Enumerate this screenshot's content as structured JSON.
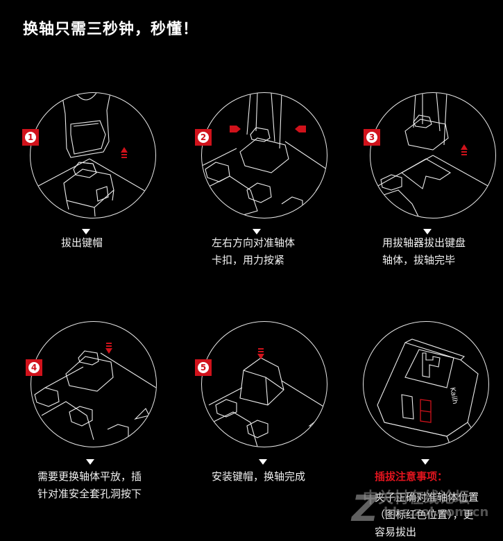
{
  "title": "换轴只需三秒钟，秒懂！",
  "steps": [
    {
      "number": "1",
      "caption_lines": [
        "拔出键帽"
      ]
    },
    {
      "number": "2",
      "caption_lines": [
        "左右方向对准轴体",
        "卡扣，用力按紧"
      ]
    },
    {
      "number": "3",
      "caption_lines": [
        "用拔轴器拔出键盘",
        "轴体，拔轴完毕"
      ]
    },
    {
      "number": "4",
      "caption_lines": [
        "需要更换轴体平放，插",
        "针对准安全套孔洞按下"
      ]
    },
    {
      "number": "5",
      "caption_lines": [
        "安装键帽，换轴完成"
      ]
    }
  ],
  "note": {
    "heading": "插拔注意事项：",
    "lines": [
      "夹子正确对准轴体位置",
      "（图标红色位置），更",
      "容易拔出"
    ],
    "switch_brand": "Kailh"
  },
  "watermark": {
    "text": "中关村在线论坛",
    "url": "bbs.zol.com.cn",
    "logo": "Z"
  },
  "colors": {
    "background": "#000000",
    "accent": "#d0121b",
    "line": "#e8e8e8"
  }
}
